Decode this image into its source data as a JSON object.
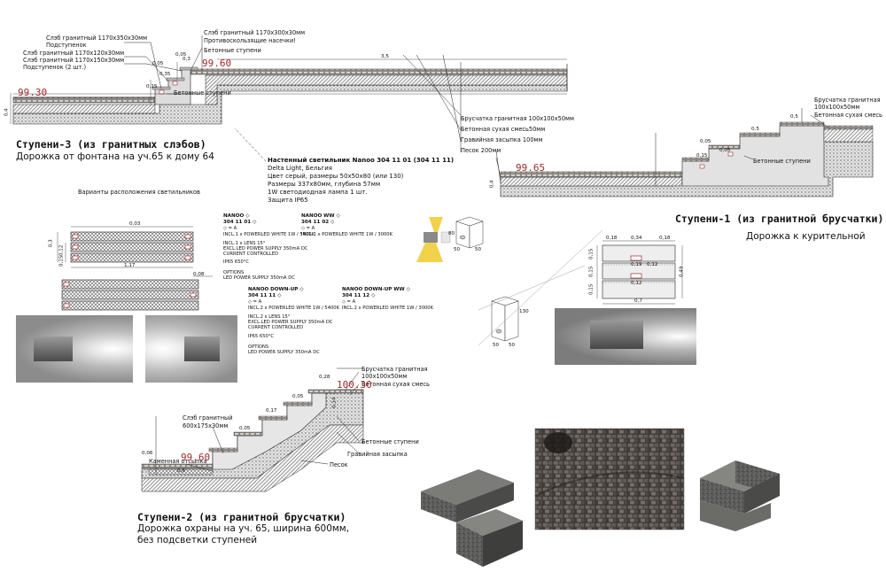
{
  "section3": {
    "elev_low": "99.30",
    "elev_high": "99.60",
    "labels": [
      "Слэб гранитный 1170х350х30мм",
      "Подступенок",
      "Слэб гранитный 1170х120х30мм",
      "Слэб гранитный 1170х150х30мм",
      "Подступенок (2 шт.)",
      "Слэб гранитный 1170х300х30мм",
      "Противоскользящие насечки!",
      "Бетонные ступени",
      "Бетонные ступени"
    ],
    "dims": [
      "0,05",
      "0,3",
      "0,35",
      "0,15",
      "0,05",
      "3,5",
      "0,4"
    ],
    "title": "Ступени-3 (из гранитных слэбов)",
    "subtitle": "Дорожка от фонтана на уч.65 к дому 64"
  },
  "lamp_spec": {
    "title": "Настенный светильник Nanoo 304 11 01 (304 11 11)",
    "lines": [
      "Delta Light, Бельгия",
      "Цвет серый, размеры 50х50х80 (или 130)",
      "Размеры 337х80мм, глубина 57мм",
      "1W светодиодная лампа 1 шт.",
      "Защита IP65"
    ]
  },
  "section1": {
    "elev": "99.65",
    "labels": [
      "Брусчатка гранитная 100х100х50мм",
      "Бетонная сухая смесь50мм",
      "Гравийная засыпка 100мм",
      "Песок 200мм",
      "Брусчатка гранитная",
      "100х100х50мм",
      "Бетонная сухая смесь",
      "Бетонные ступени"
    ],
    "dims": [
      "0,05",
      "0,15",
      "0,5",
      "0,5",
      "0,05",
      "0,4"
    ],
    "title": "Ступени-1 (из гранитной брусчатки)",
    "subtitle": "Дорожка к курительной"
  },
  "variants": {
    "title": "Варианты расположения светильников",
    "dims_top": [
      "0,03",
      "0,3",
      "0,12",
      "0,15",
      "1,17"
    ],
    "dims_bottom": [
      "0,08"
    ]
  },
  "products": [
    {
      "name": "NANOO ◇",
      "code": "304 11 01 ◇",
      "lines": [
        "◇ = A",
        "INCL.1 x POWERLED WHITE 1W / 5400K",
        "INCL.1 x LENS 15°",
        "EXCL.LED POWER SUPPLY 350mA DC",
        "CURRENT CONTROLLED",
        "IP65  650°C",
        "OPTIONS",
        "LED POWER SUPPLY 350mA DC"
      ]
    },
    {
      "name": "NANOO WW ◇",
      "code": "304 11 02 ◇",
      "lines": [
        "◇ = A",
        "INCL.1 x POWERLED WHITE 1W / 3000K"
      ]
    },
    {
      "name": "NANOO DOWN-UP ◇",
      "code": "304 11 11 ◇",
      "lines": [
        "◇ = A",
        "INCL.2 x POWERLED WHITE 1W / 5400K",
        "INCL.2 x LENS 15°",
        "EXCL.LED POWER SUPPLY 350mA DC",
        "CURRENT CONTROLLED",
        "IP65  650°C",
        "OPTIONS",
        "LED POWER SUPPLY 350mA DC"
      ]
    },
    {
      "name": "NANOO DOWN-UP WW ◇",
      "code": "304 11 12 ◇",
      "lines": [
        "◇ = A",
        "INCL.2 x POWERLED WHITE 1W / 3000K"
      ]
    }
  ],
  "fixture_dims": [
    "50",
    "50",
    "80",
    "130",
    "50",
    "50"
  ],
  "step_front": {
    "dims": [
      "0,18",
      "0,34",
      "0,18",
      "0,49",
      "0,15",
      "0,15",
      "0,15",
      "0,19",
      "0,12",
      "0,12",
      "0,7"
    ]
  },
  "section2": {
    "elev_low": "99.60",
    "elev_high": "100.30",
    "labels": [
      "Брусчатка гранитная",
      "100х100х50мм",
      "Бетонная сухая смесь",
      "Бетонные ступени",
      "Гравийная засыпка",
      "Песок",
      "Слэб гранитный",
      "600х175х30мм",
      "Каменная отсыпка"
    ],
    "dims": [
      "0,28",
      "0,05",
      "0,17",
      "0,05",
      "0,06",
      "0,14",
      "0,6"
    ],
    "title": "Ступени-2 (из гранитной брусчатки)",
    "subtitle_lines": [
      "Дорожка охраны на уч. 65, ширина 600мм,",
      "без подсветки ступеней"
    ]
  },
  "colors": {
    "hatch": "#555555",
    "concrete": "#d8d8d8",
    "paver": "#cfc8c0",
    "elev": "#a02a2a",
    "lamp_yellow": "#f2d24a"
  }
}
